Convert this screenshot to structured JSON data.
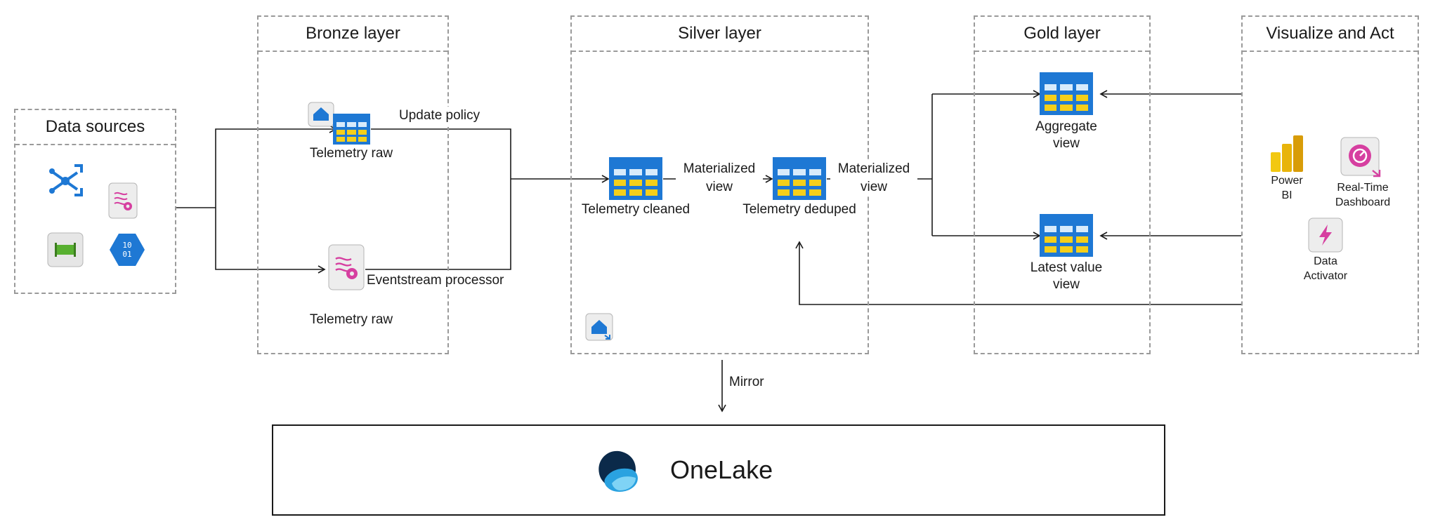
{
  "groups": {
    "data_sources": "Data sources",
    "bronze": "Bronze layer",
    "silver": "Silver layer",
    "gold": "Gold layer",
    "visualize": "Visualize and Act"
  },
  "bronze": {
    "table_label": "Telemetry raw",
    "eventstream_label": "Telemetry raw",
    "update_policy": "Update policy",
    "eventstream_processor": "Eventstream processor"
  },
  "silver": {
    "cleaned_label": "Telemetry cleaned",
    "deduped_label": "Telemetry deduped",
    "mv_label": "Materialized\nview"
  },
  "gold": {
    "mv_label": "Materialized\nview",
    "aggregate_label": "Aggregate\nview",
    "latest_label": "Latest value\nview"
  },
  "visualize": {
    "power_bi": "Power\nBI",
    "rtd": "Real-Time\nDashboard",
    "activator": "Data\nActivator"
  },
  "mirror_label": "Mirror",
  "onelake_label": "OneLake",
  "colors": {
    "table_blue": "#1e78d4",
    "table_yellow": "#f5cf1a",
    "eventstream_pink": "#d63fa0",
    "onelake_dark": "#0b2a4a",
    "onelake_blue": "#2aa2e0",
    "power_bi_yellow": "#f2c811",
    "dashed_border": "#9a9a9a"
  }
}
